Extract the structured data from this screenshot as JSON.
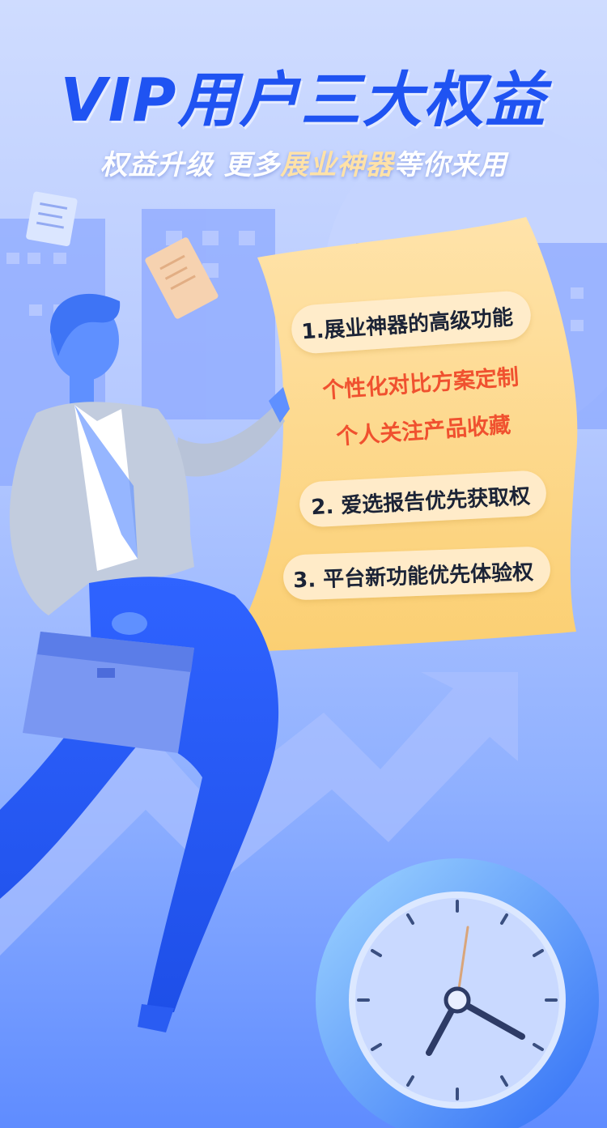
{
  "header": {
    "title": "VIP用户三大权益",
    "subtitle_part1": "权益升级  更多",
    "subtitle_highlight": "展业神器",
    "subtitle_part2": "等你来用"
  },
  "benefits": {
    "item1": "1.展业神器的高级功能",
    "item1_sub1": "个性化对比方案定制",
    "item1_sub2": "个人关注产品收藏",
    "item2": "2. 爱选报告优先获取权",
    "item3": "3. 平台新功能优先体验权"
  },
  "colors": {
    "title": "#1f53f2",
    "highlight": "#ffe2a8",
    "accent_red": "#f0512f",
    "paper": "#fcd98e"
  },
  "icons": [
    "clock-icon",
    "arrow-icon",
    "briefcase-icon",
    "document-icon"
  ]
}
